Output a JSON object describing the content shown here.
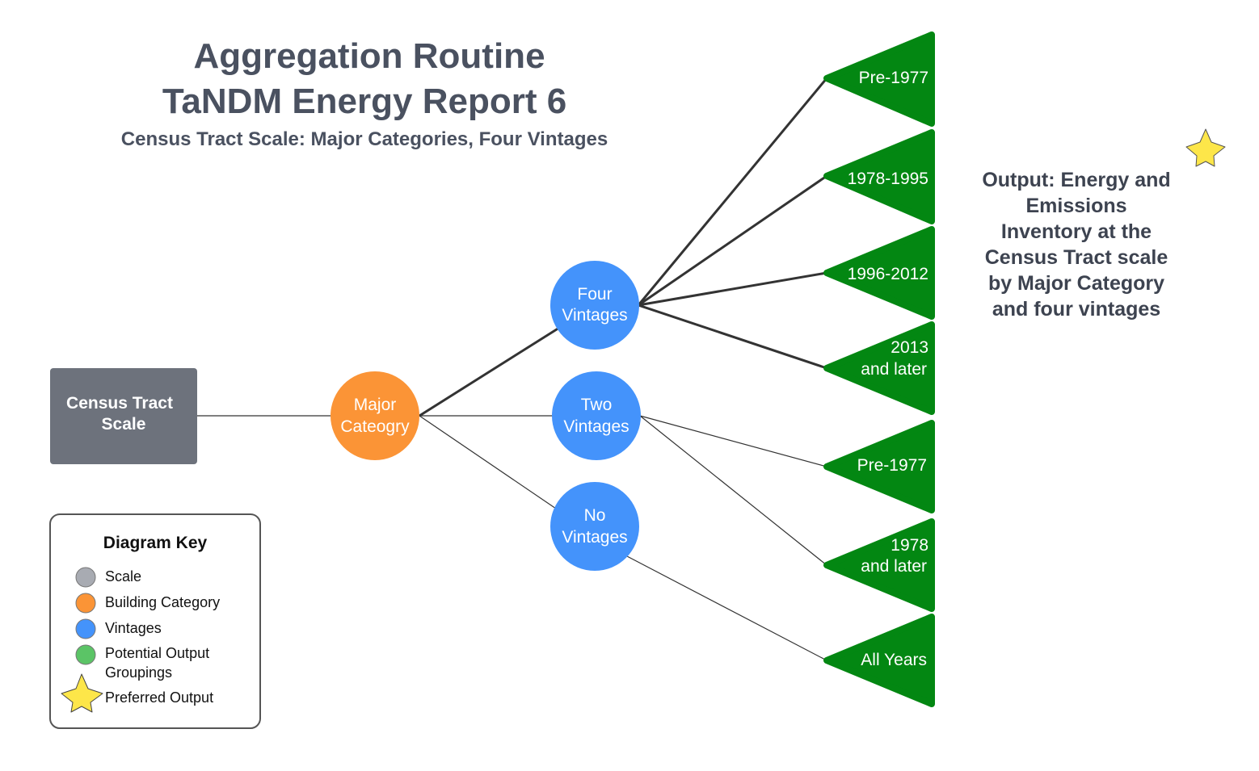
{
  "title": {
    "line1": "Aggregation Routine",
    "line2": "TaNDM Energy Report 6",
    "subtitle": "Census Tract Scale: Major Categories, Four Vintages"
  },
  "nodes": {
    "scale": {
      "line1": "Census Tract",
      "line2": "Scale",
      "color": "#6d727c"
    },
    "category": {
      "line1": "Major",
      "line2": "Cateogry",
      "color": "#fb9436"
    },
    "four_vintages": {
      "line1": "Four",
      "line2": "Vintages",
      "color": "#4493fb"
    },
    "two_vintages": {
      "line1": "Two",
      "line2": "Vintages",
      "color": "#4493fb"
    },
    "no_vintages": {
      "line1": "No",
      "line2": "Vintages",
      "color": "#4493fb"
    }
  },
  "outputs": {
    "color": "#038712",
    "items": [
      {
        "line1": "Pre-1977",
        "line2": ""
      },
      {
        "line1": "1978-1995",
        "line2": ""
      },
      {
        "line1": "1996-2012",
        "line2": ""
      },
      {
        "line1": "2013",
        "line2": "and later"
      },
      {
        "line1": "Pre-1977",
        "line2": ""
      },
      {
        "line1": "1978",
        "line2": "and later"
      },
      {
        "line1": "All Years",
        "line2": ""
      }
    ]
  },
  "output_note": {
    "lines": [
      "Output: Energy and",
      "Emissions",
      "Inventory at the",
      "Census Tract scale",
      "by Major Category",
      "and four vintages"
    ],
    "star_color": "#fde649"
  },
  "key": {
    "title": "Diagram Key",
    "items": [
      {
        "label": "Scale",
        "color": "#a8abb2",
        "shape": "circle"
      },
      {
        "label": "Building Category",
        "color": "#fb9436",
        "shape": "circle"
      },
      {
        "label": "Vintages",
        "color": "#4493fb",
        "shape": "circle"
      },
      {
        "label": "Potential Output",
        "label2": "Groupings",
        "color": "#5bc466",
        "shape": "circle"
      },
      {
        "label": "Preferred Output",
        "color": "#fde649",
        "shape": "star-icon"
      }
    ]
  }
}
